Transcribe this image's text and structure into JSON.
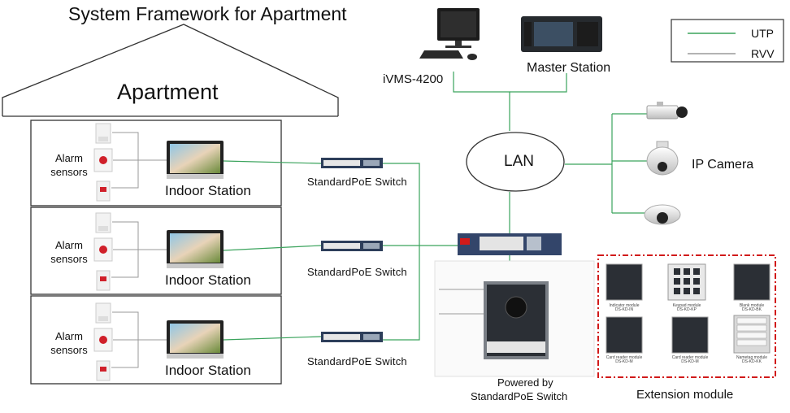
{
  "diagram": {
    "title": "System Framework for Apartment",
    "apartment_label": "Apartment",
    "floors": [
      {
        "alarm_label": "Alarm\nsensors",
        "indoor_label": "Indoor Station",
        "switch_label": "StandardPoE Switch"
      },
      {
        "alarm_label": "Alarm\nsensors",
        "indoor_label": "Indoor Station",
        "switch_label": "StandardPoE Switch"
      },
      {
        "alarm_label": "Alarm\nsensors",
        "indoor_label": "Indoor Station",
        "switch_label": "StandardPoE Switch"
      }
    ],
    "ivms_label": "iVMS-4200",
    "master_label": "Master Station",
    "lan_label": "LAN",
    "ip_camera_label": "IP Camera",
    "powered_label_1": "Powered by",
    "powered_label_2": "StandardPoE Switch",
    "extension_label": "Extension module",
    "modules": [
      {
        "name": "Indicator module",
        "code": "DS-KD-IN"
      },
      {
        "name": "Keypad module",
        "code": "DS-KD-KP"
      },
      {
        "name": "Blank module",
        "code": "DS-KD-BK"
      },
      {
        "name": "Card reader module",
        "code": "DS-KD-M"
      },
      {
        "name": "Card reader module",
        "code": "DS-KD-M"
      },
      {
        "name": "Nametag module",
        "code": "DS-KD-KK"
      }
    ],
    "legend": [
      {
        "label": "UTP",
        "color": "#3aa35c"
      },
      {
        "label": "RVV",
        "color": "#9a9a9a"
      }
    ],
    "colors": {
      "utp": "#3aa35c",
      "rvv": "#9a9a9a",
      "extension_border": "#d11a1a"
    }
  }
}
